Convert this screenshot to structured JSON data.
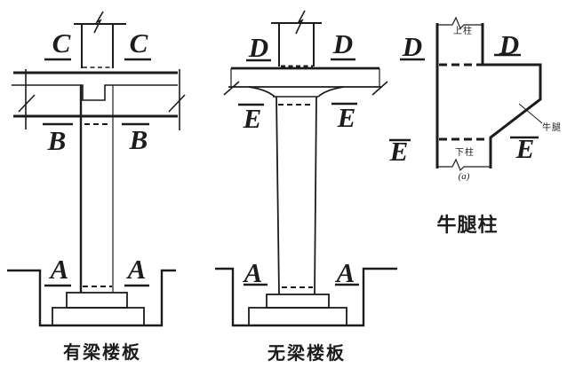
{
  "figure": {
    "background_color": "#ffffff",
    "ink_color": "#1c1c1c",
    "diagrams": [
      {
        "caption": "有梁楼板",
        "section_marks": [
          "C-C",
          "B-B",
          "A-A"
        ]
      },
      {
        "caption": "无梁楼板",
        "section_marks": [
          "D-D",
          "E-E",
          "A-A"
        ]
      },
      {
        "caption": "牛腿柱",
        "section_marks": [
          "D-D",
          "E-E"
        ],
        "annotations": [
          "上柱",
          "下柱",
          "牛腿",
          "(a)"
        ]
      }
    ]
  },
  "labels": {
    "section_a": "A",
    "section_b": "B",
    "section_c": "C",
    "section_d": "D",
    "section_e": "E",
    "upper_column": "上柱",
    "lower_column": "下柱",
    "corbel": "牛腿",
    "subfigure_a": "(a)"
  }
}
